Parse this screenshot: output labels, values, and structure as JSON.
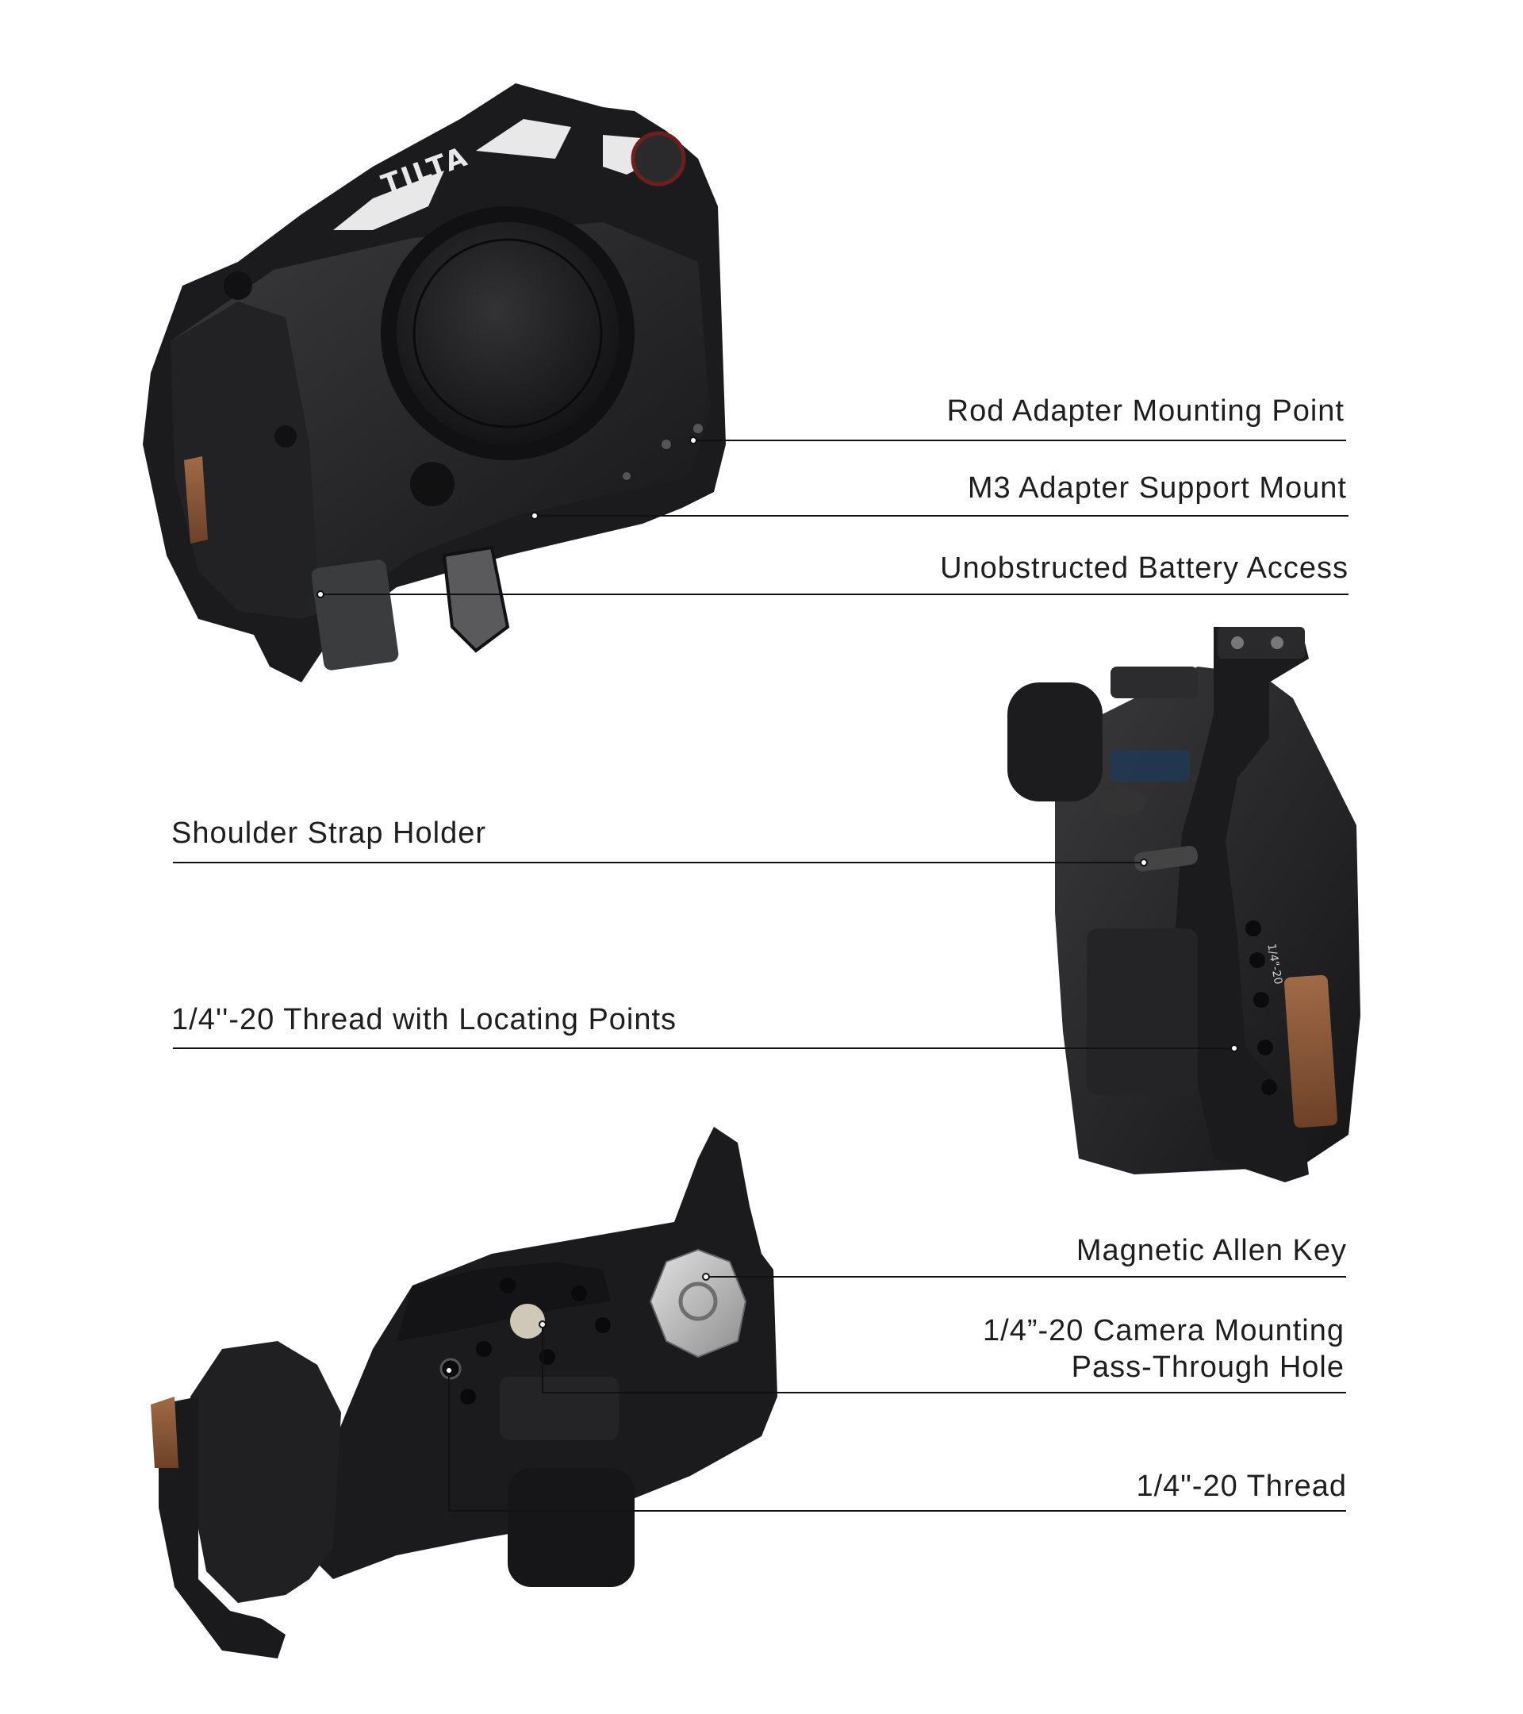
{
  "callouts": {
    "rod_adapter": "Rod Adapter Mounting Point",
    "m3_adapter": "M3 Adapter Support Mount",
    "battery_access": "Unobstructed Battery Access",
    "strap_holder": "Shoulder Strap Holder",
    "thread_locating": "1/4''-20 Thread with Locating Points",
    "allen_key": "Magnetic Allen Key",
    "pass_through_line1": "1/4”-20 Camera Mounting",
    "pass_through_line2": "Pass-Through Hole",
    "thread": "1/4\"-20 Thread"
  },
  "product_markings": {
    "brand": "TILTA",
    "engraving": "1/4\"-20"
  },
  "colors": {
    "background": "#ffffff",
    "text": "#1e1e1e",
    "leader_line": "#111111",
    "cage_black": "#1b1b1d",
    "camera_body": "#2a2a2c",
    "wood_grip": "#8a5a3c",
    "silver_key": "#b9b9b9"
  }
}
